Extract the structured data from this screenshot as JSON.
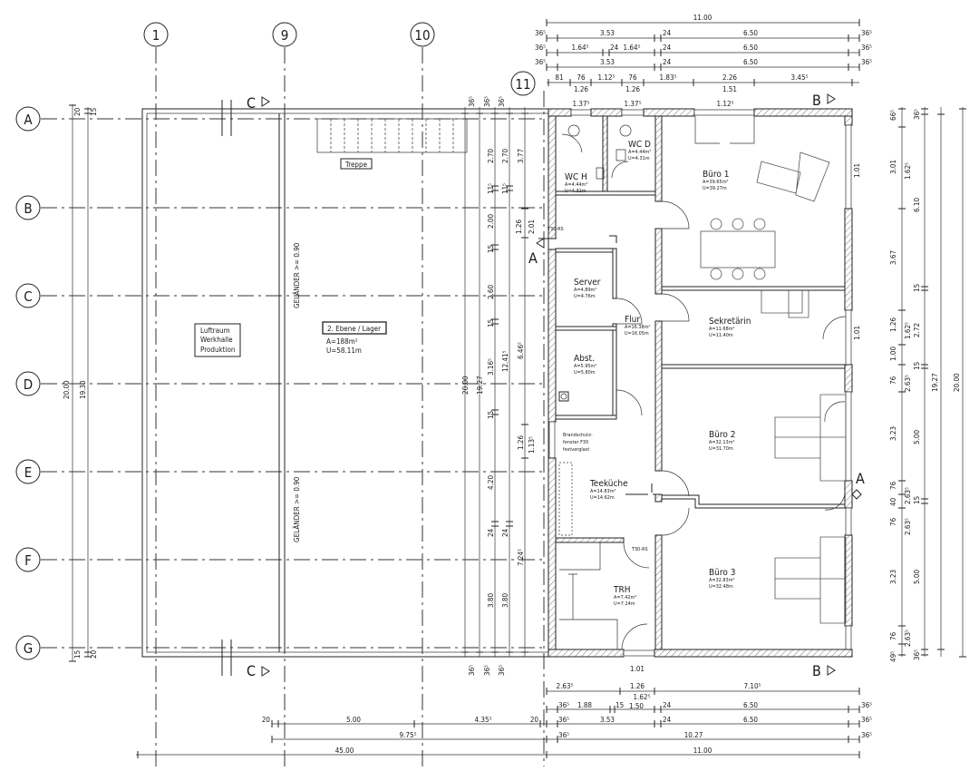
{
  "grid_axes": {
    "columns": [
      "1",
      "9",
      "10",
      "11"
    ],
    "rows": [
      "A",
      "B",
      "C",
      "D",
      "E",
      "F",
      "G"
    ]
  },
  "section_marks": {
    "a": "A",
    "b": "B",
    "c": "C"
  },
  "hall": {
    "stair_label": "Treppe",
    "railing_label": "GELÄNDER >= 0.90",
    "void_label": [
      "Luftraum",
      "Werkhalle",
      "Produktion"
    ],
    "mezzanine": {
      "name": "2. Ebene / Lager",
      "area": "A=188m²",
      "perimeter": "U=58.11m"
    }
  },
  "rooms": [
    {
      "name": "WC H",
      "area": "A=4.44m²",
      "perimeter": "U=4.31m"
    },
    {
      "name": "WC D",
      "area": "A=4.44m²",
      "perimeter": "U=4.31m"
    },
    {
      "name": "Büro 1",
      "area": "A=39.65m²",
      "perimeter": "U=39.27m"
    },
    {
      "name": "Server",
      "area": "A=4.89m²",
      "perimeter": "U=4.76m"
    },
    {
      "name": "Flur",
      "area": "A=16.38m²",
      "perimeter": "U=16.05m"
    },
    {
      "name": "Sekretärin",
      "area": "A=11.68m²",
      "perimeter": "U=11.40m"
    },
    {
      "name": "Abst.",
      "area": "A=5.95m²",
      "perimeter": "U=5.80m"
    },
    {
      "name": "Büro 2",
      "area": "A=32.13m²",
      "perimeter": "U=31.70m"
    },
    {
      "name": "Teeküche",
      "area": "A=14.83m²",
      "perimeter": "U=14.62m"
    },
    {
      "name": "Büro 3",
      "area": "A=32.83m²",
      "perimeter": "U=32.48m"
    },
    {
      "name": "TRH",
      "area": "A=7.42m²",
      "perimeter": "U=7.24m"
    }
  ],
  "notes": {
    "fire_window": [
      "Brandschutz-",
      "fenster F30",
      "festverglast"
    ],
    "door_type": "T30-RS"
  },
  "dims": {
    "top1": [
      "11.00"
    ],
    "top2": [
      "36⁵",
      "3.53",
      "24",
      "6.50",
      "36⁵"
    ],
    "top3": [
      "36⁵",
      "1.64⁵",
      "24",
      "1.64⁵",
      "24",
      "6.50",
      "36⁵"
    ],
    "top4": [
      "36⁵",
      "3.53",
      "24",
      "6.50",
      "36⁵"
    ],
    "top5": [
      "81",
      "76",
      "1.12⁵",
      "76",
      "1.83⁵",
      "2.26",
      "3.45⁵"
    ],
    "top5b": [
      "1.26",
      "1.26",
      "1.51"
    ],
    "windows_top": [
      "1.37⁵",
      "1.37⁵",
      "1.12⁵"
    ],
    "right1": [
      "66⁵",
      "3.01",
      "3.67",
      "1.26",
      "1.00",
      "76",
      "3.23",
      "76",
      "40",
      "76",
      "3.23",
      "76",
      "49⁵"
    ],
    "right1b": [
      "1.62⁵",
      "1.62⁵",
      "2.63⁵",
      "2.63⁵",
      "2.63⁵",
      "2.63⁵"
    ],
    "right2": [
      "36⁵",
      "6.10",
      "15",
      "2.72",
      "15",
      "5.00",
      "15",
      "5.00",
      "36⁵"
    ],
    "right3": [
      "19.27"
    ],
    "right4": [
      "20.00"
    ],
    "bottom1": [
      "2.63⁵",
      "1.26",
      "7.10⁵"
    ],
    "bottom1b": [
      "1.62⁵"
    ],
    "bottom2": [
      "36⁵",
      "1.88",
      "15",
      "1.50",
      "24",
      "6.50",
      "36⁵"
    ],
    "bottom3": [
      "20",
      "5.00",
      "4.35⁵",
      "20",
      "36⁵",
      "3.53",
      "24",
      "6.50",
      "36⁵"
    ],
    "bottom4": [
      "9.75⁵",
      "36⁵",
      "10.27",
      "36⁵"
    ],
    "bottom5": [
      "45.00",
      "11.00"
    ],
    "window_bottom": "1.01",
    "windows_right": [
      "1.01",
      "1.01"
    ],
    "left": [
      "20.00",
      "19.30",
      "20",
      "15",
      "15",
      "20"
    ],
    "hall1": [
      "20.00"
    ],
    "hall2": [
      "19.27"
    ],
    "hall3": [
      "2.70",
      "11⁵",
      "2.00",
      "15",
      "2.60",
      "15",
      "3.16⁵",
      "15",
      "4.20",
      "24",
      "3.80"
    ],
    "hall4": [
      "2.70",
      "11⁵",
      "12.41⁵",
      "24",
      "3.80"
    ],
    "hall5": [
      "3.77",
      "6.46⁵",
      "1.26",
      "7.24⁵"
    ],
    "hall6": [
      "1.13⁵",
      "1.26",
      "2.01"
    ],
    "hall_top": [
      "36⁵",
      "36⁵",
      "36⁵"
    ],
    "hall_bottom": [
      "36⁵",
      "36⁵",
      "36⁵"
    ]
  }
}
